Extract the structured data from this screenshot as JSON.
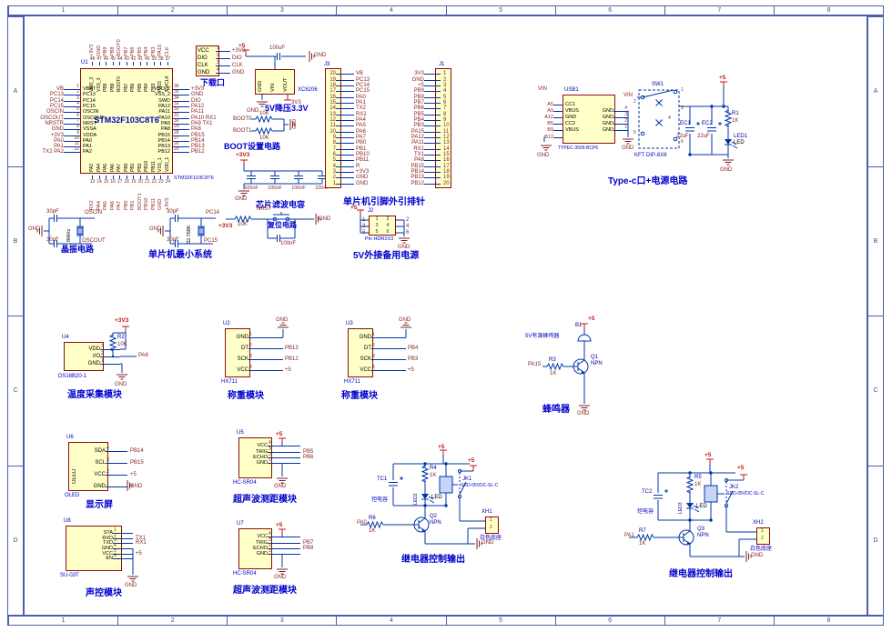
{
  "sheet": {
    "cols": [
      "1",
      "2",
      "3",
      "4",
      "5",
      "6",
      "7",
      "8"
    ],
    "rows": [
      "A",
      "B",
      "C",
      "D"
    ]
  },
  "colors": {
    "wire": "#0034a8",
    "outline": "#8a0f0f",
    "fill": "#ffffc8",
    "net": "#8a1f1f",
    "power": "#c41414",
    "title": "#0000cc",
    "frame": "#4a5fae"
  },
  "mcu": {
    "ref": "U1",
    "title": "STM32F103C8T6",
    "part": "STM32F103C8T6",
    "left_pins": [
      {
        "n": "1",
        "name": "VBAT",
        "net": "VB"
      },
      {
        "n": "2",
        "name": "PC13",
        "net": "PC13"
      },
      {
        "n": "3",
        "name": "PC14",
        "net": "PC14"
      },
      {
        "n": "4",
        "name": "PC15",
        "net": "PC15"
      },
      {
        "n": "5",
        "name": "OSCIN",
        "net": "OSCIN"
      },
      {
        "n": "6",
        "name": "OSCOUT",
        "net": "OSCOUT"
      },
      {
        "n": "7",
        "name": "NRST",
        "net": "NRSTR"
      },
      {
        "n": "8",
        "name": "VSSA",
        "net": "GND"
      },
      {
        "n": "9",
        "name": "VDDA",
        "net": "+3V3"
      },
      {
        "n": "10",
        "name": "PA0",
        "net": "PA0"
      },
      {
        "n": "11",
        "name": "PA1",
        "net": "PA1"
      },
      {
        "n": "12",
        "name": "PA2",
        "net": "TX2 PA2"
      }
    ],
    "right_pins": [
      {
        "n": "36",
        "name": "VDD_2",
        "net": "+3V3"
      },
      {
        "n": "35",
        "name": "VSS_2",
        "net": "GND"
      },
      {
        "n": "34",
        "name": "SWD",
        "net": "DIO"
      },
      {
        "n": "33",
        "name": "PA12",
        "net": "PA12"
      },
      {
        "n": "32",
        "name": "PA11",
        "net": "PA11"
      },
      {
        "n": "31",
        "name": "PA10",
        "net": "PA10 RX1"
      },
      {
        "n": "30",
        "name": "PA9",
        "net": "PA9 TX1"
      },
      {
        "n": "29",
        "name": "PA8",
        "net": "PA8"
      },
      {
        "n": "28",
        "name": "PB15",
        "net": "PB15"
      },
      {
        "n": "27",
        "name": "PB14",
        "net": "PB14"
      },
      {
        "n": "26",
        "name": "PB13",
        "net": "PB13"
      },
      {
        "n": "25",
        "name": "PB12",
        "net": "PB12"
      }
    ],
    "top_pins": [
      {
        "n": "48",
        "name": "VDD_3",
        "net": "+3V3"
      },
      {
        "n": "47",
        "name": "VSS_3",
        "net": "GND"
      },
      {
        "n": "46",
        "name": "PB9",
        "net": "PB9"
      },
      {
        "n": "45",
        "name": "PB8",
        "net": "PB8"
      },
      {
        "n": "44",
        "name": "BOOT0",
        "net": "BOOT0"
      },
      {
        "n": "43",
        "name": "PB7",
        "net": "PB7"
      },
      {
        "n": "42",
        "name": "PB6",
        "net": "PB6"
      },
      {
        "n": "41",
        "name": "PB5",
        "net": "PB5"
      },
      {
        "n": "40",
        "name": "PB4",
        "net": "PB4"
      },
      {
        "n": "39",
        "name": "PB3",
        "net": "PB3"
      },
      {
        "n": "38",
        "name": "PA15",
        "net": "PA15"
      },
      {
        "n": "37",
        "name": "SWCLK",
        "net": "CLK"
      }
    ],
    "bottom_pins": [
      {
        "n": "13",
        "name": "PA3",
        "net": "RX2"
      },
      {
        "n": "14",
        "name": "PA4",
        "net": "PA4"
      },
      {
        "n": "15",
        "name": "PA5",
        "net": "PA5"
      },
      {
        "n": "16",
        "name": "PA6",
        "net": "PA6"
      },
      {
        "n": "17",
        "name": "PA7",
        "net": "PA7"
      },
      {
        "n": "18",
        "name": "PB0",
        "net": "PB0"
      },
      {
        "n": "19",
        "name": "PB1",
        "net": "PB1"
      },
      {
        "n": "20",
        "name": "PB2",
        "net": "BOOT1"
      },
      {
        "n": "21",
        "name": "PB10",
        "net": "PB10"
      },
      {
        "n": "22",
        "name": "PB11",
        "net": "PB11"
      },
      {
        "n": "23",
        "name": "VSS_1",
        "net": "GND"
      },
      {
        "n": "24",
        "name": "VDD_1",
        "net": "+3V3"
      }
    ]
  },
  "download": {
    "title": "下载口",
    "pins": [
      {
        "name": "VCC",
        "n": "1",
        "net": "+3V3"
      },
      {
        "name": "DIO",
        "n": "2",
        "net": "DIO"
      },
      {
        "name": "CLK",
        "n": "3",
        "net": "CLK"
      },
      {
        "name": "GND",
        "n": "4",
        "net": "GND"
      }
    ]
  },
  "regulator": {
    "pwr": "+5",
    "cap": "100uF",
    "gnd_top": "GND",
    "pins": [
      "GND",
      "VIN",
      "VOUT"
    ],
    "part": "XC6206",
    "out": "3V3",
    "gnd_bot": "GND",
    "title": "5V降压3.3V"
  },
  "boot": {
    "rows": [
      {
        "net": "BOOT0",
        "val": "10K"
      },
      {
        "net": "BOOT1",
        "val": "10K"
      }
    ],
    "gnd": "GND",
    "title": "BOOT设置电路"
  },
  "filter": {
    "pwr": "+3V3",
    "caps": [
      "100nF",
      "100nF",
      "100nF",
      "100nF"
    ],
    "gnd": "GND",
    "title": "芯片滤波电容"
  },
  "headers": {
    "title": "单片机引脚外引排针",
    "j3": {
      "ref": "J3",
      "pins": [
        {
          "n": "20",
          "net": "VB"
        },
        {
          "n": "19",
          "net": "PC13"
        },
        {
          "n": "18",
          "net": "PC14"
        },
        {
          "n": "17",
          "net": "PC15"
        },
        {
          "n": "16",
          "net": "PA0"
        },
        {
          "n": "15",
          "net": "PA1"
        },
        {
          "n": "14",
          "net": "TX2"
        },
        {
          "n": "13",
          "net": "RX2"
        },
        {
          "n": "12",
          "net": "PA4"
        },
        {
          "n": "11",
          "net": "PA5"
        },
        {
          "n": "10",
          "net": "PA6"
        },
        {
          "n": "9",
          "net": "PA7"
        },
        {
          "n": "8",
          "net": "PB0"
        },
        {
          "n": "7",
          "net": "PB1"
        },
        {
          "n": "6",
          "net": "PB10"
        },
        {
          "n": "5",
          "net": "PB11"
        },
        {
          "n": "4",
          "net": "R"
        },
        {
          "n": "3",
          "net": "+3V3"
        },
        {
          "n": "2",
          "net": "GND"
        },
        {
          "n": "1",
          "net": "GND"
        }
      ]
    },
    "j1": {
      "ref": "J1",
      "pins": [
        {
          "n": "1",
          "net": "3V3"
        },
        {
          "n": "2",
          "net": "GND"
        },
        {
          "n": "3",
          "net": "+5"
        },
        {
          "n": "4",
          "net": "PB9"
        },
        {
          "n": "5",
          "net": "PB8"
        },
        {
          "n": "6",
          "net": "PB7"
        },
        {
          "n": "7",
          "net": "PB6"
        },
        {
          "n": "8",
          "net": "PB5"
        },
        {
          "n": "9",
          "net": "PB4"
        },
        {
          "n": "10",
          "net": "PB3"
        },
        {
          "n": "11",
          "net": "PA15"
        },
        {
          "n": "12",
          "net": "PA12"
        },
        {
          "n": "13",
          "net": "PA11"
        },
        {
          "n": "14",
          "net": "RX1"
        },
        {
          "n": "15",
          "net": "TX1"
        },
        {
          "n": "16",
          "net": "PA8"
        },
        {
          "n": "17",
          "net": "PB15"
        },
        {
          "n": "18",
          "net": "PB14"
        },
        {
          "n": "19",
          "net": "PB13"
        },
        {
          "n": "20",
          "net": "PB12"
        }
      ]
    }
  },
  "typec": {
    "title": "Type-c口+电源电路",
    "vin": "VIN",
    "usb_ref": "USB1",
    "part": "TYPEC-3500-BCP6",
    "ids": [
      "A5",
      "A9",
      "A12",
      "B5",
      "B9",
      "B12"
    ],
    "left_pins": [
      "CC1",
      "VBUS",
      "GND",
      "CC2",
      "VBUS"
    ],
    "right_pins": [
      {
        "name": "GND",
        "n": "4"
      },
      {
        "name": "GND",
        "n": "3"
      },
      {
        "name": "GND",
        "n": "2"
      },
      {
        "name": "GND",
        "n": "1"
      }
    ],
    "gnd_left": "GND",
    "gnd_right": "GND",
    "sw": {
      "ref": "SW1",
      "vin": "VIN",
      "nums": [
        "1",
        "2",
        "3",
        "4",
        "5",
        "6"
      ],
      "part": "KFT DIP-8X8"
    },
    "ec1": {
      "ref": "EC1",
      "val": "22uF"
    },
    "ec2": {
      "ref": "EC2",
      "val": "22uF"
    },
    "r1": {
      "ref": "R1",
      "val": "1K"
    },
    "led": {
      "ref": "LED1",
      "name": "LED"
    },
    "pwr": "+5",
    "gnd_bot": "GND"
  },
  "xtal1": {
    "cap_top": "30pF",
    "cap_bot": "30pF",
    "freq": "8MHz",
    "net_top": "OSCIN",
    "net_bot": "OSCOUT",
    "gnd": "GND",
    "title": "晶振电路"
  },
  "xtal2": {
    "cap_top": "30pF",
    "cap_bot": "30pF",
    "freq": "32.768K",
    "net_top": "PC14",
    "net_bot": "PC15",
    "gnd": "GND",
    "pwr": "+3V3"
  },
  "minsys_title": "单片机最小系统",
  "reset": {
    "net": "NRST",
    "res": "10K",
    "cap": "100nF",
    "gnd": "GND",
    "title": "复位电路"
  },
  "backup": {
    "title": "5V外接备用电源",
    "pwr": "+5",
    "ref": "J2",
    "part": "Pin HDR2X3",
    "gnd": "GND",
    "nums_in": [
      "1",
      "2",
      "3",
      "4",
      "5",
      "6"
    ],
    "nums_left": [
      "1",
      "3",
      "5"
    ],
    "nums_right": [
      "2",
      "4",
      "6"
    ]
  },
  "temp": {
    "title": "温度采集模块",
    "ref": "U4",
    "part": "DS18B20-1",
    "pwr": "+3V3",
    "net": "PA8",
    "gnd": "GND",
    "r": {
      "ref": "R2",
      "val": "10K"
    },
    "pins": [
      {
        "name": "VDD",
        "n": "3"
      },
      {
        "name": "I/O",
        "n": "2"
      },
      {
        "name": "GND",
        "n": "1"
      }
    ]
  },
  "weigh1": {
    "title": "称重模块",
    "ref": "U2",
    "part": "HX711",
    "gnd": "GND",
    "pins": [
      {
        "name": "GND",
        "n": "1",
        "net": ""
      },
      {
        "name": "DT",
        "n": "2",
        "net": "PB13"
      },
      {
        "name": "SCK",
        "n": "3",
        "net": "PB12"
      },
      {
        "name": "VCC",
        "n": "4",
        "net": "+5"
      }
    ]
  },
  "weigh2": {
    "title": "称重模块",
    "ref": "U3",
    "part": "HX711",
    "gnd": "GND",
    "pins": [
      {
        "name": "GND",
        "n": "1",
        "net": ""
      },
      {
        "name": "DT",
        "n": "2",
        "net": "PB4"
      },
      {
        "name": "SCK",
        "n": "3",
        "net": "PB3"
      },
      {
        "name": "VCC",
        "n": "4",
        "net": "+5"
      }
    ]
  },
  "buzzer": {
    "title": "蜂鸣器",
    "ref": "B1",
    "desc": "5V有源蜂鸣器",
    "pwr": "+5",
    "net": "PA15",
    "gnd": "GND",
    "q": {
      "ref": "Q1",
      "type": "NPN"
    },
    "r": {
      "ref": "R3",
      "val": "1K"
    }
  },
  "oled": {
    "title": "显示屏",
    "ref": "U6",
    "body": "OLED",
    "part": "OLED",
    "pins": [
      {
        "name": "SDA",
        "n": "4",
        "net": "PB14"
      },
      {
        "name": "SCL",
        "n": "3",
        "net": "PB15"
      },
      {
        "name": "VCC",
        "n": "2",
        "net": "+5"
      },
      {
        "name": "GND",
        "n": "1",
        "net": "GND"
      }
    ]
  },
  "ultra1": {
    "title": "超声波测距模块",
    "ref": "U5",
    "part": "HC-SR04",
    "pwr": "+5",
    "gnd": "GND",
    "pins": [
      {
        "name": "VCC",
        "n": "4",
        "net": ""
      },
      {
        "name": "TRIG",
        "n": "3",
        "net": "PB5"
      },
      {
        "name": "ECHO",
        "n": "2",
        "net": "PB6"
      },
      {
        "name": "GND",
        "n": "1",
        "net": ""
      }
    ]
  },
  "voice": {
    "title": "声控模块",
    "ref": "U8",
    "part": "SU-03T",
    "gnd": "GND",
    "pins": [
      {
        "name": "STA",
        "n": "1",
        "net": ""
      },
      {
        "name": "RXD",
        "n": "2",
        "net": "TX1"
      },
      {
        "name": "TXD",
        "n": "3",
        "net": "RX1"
      },
      {
        "name": "GND",
        "n": "4",
        "net": ""
      },
      {
        "name": "VCC",
        "n": "5",
        "net": "+5"
      },
      {
        "name": "EN",
        "n": "6",
        "net": ""
      }
    ]
  },
  "ultra2": {
    "title": "超声波测距模块",
    "ref": "U7",
    "part": "HC-SR04",
    "pwr": "+5",
    "gnd": "GND",
    "pins": [
      {
        "name": "VCC",
        "n": "4",
        "net": ""
      },
      {
        "name": "TRIG",
        "n": "3",
        "net": "PB7"
      },
      {
        "name": "ECHO",
        "n": "2",
        "net": "PB8"
      },
      {
        "name": "GND",
        "n": "1",
        "net": ""
      }
    ]
  },
  "relay1": {
    "title": "继电器控制输出",
    "pwr_top": "+5",
    "pwr2": "+5",
    "net": "PA0",
    "gnd": "GND",
    "tc": {
      "ref": "TC1",
      "desc": "钽电容"
    },
    "r_led": {
      "ref": "R4",
      "val": "1K"
    },
    "led": {
      "ref": "LED2",
      "name": "LED"
    },
    "jk": {
      "ref": "JK1",
      "part": "SRD-05VDC-SL-C"
    },
    "xh": {
      "ref": "XH1",
      "n1": "1",
      "n2": "2",
      "desc": "白色底座"
    },
    "q": {
      "ref": "Q2",
      "type": "NPN"
    },
    "r_in": {
      "ref": "R6",
      "val": "1K"
    }
  },
  "relay2": {
    "title": "继电器控制输出",
    "pwr_top": "+5",
    "pwr2": "+5",
    "net": "PA1",
    "gnd": "GND",
    "tc": {
      "ref": "TC2",
      "desc": "钽电容"
    },
    "r_led": {
      "ref": "R5",
      "val": "1K"
    },
    "led": {
      "ref": "LED3",
      "name": "LED"
    },
    "jk": {
      "ref": "JK2",
      "part": "SRD-05VDC-SL-C"
    },
    "xh": {
      "ref": "XH2",
      "n1": "1",
      "n2": "2",
      "desc": "白色底座"
    },
    "q": {
      "ref": "Q3",
      "type": "NPN"
    },
    "r_in": {
      "ref": "R7",
      "val": "1K"
    }
  }
}
